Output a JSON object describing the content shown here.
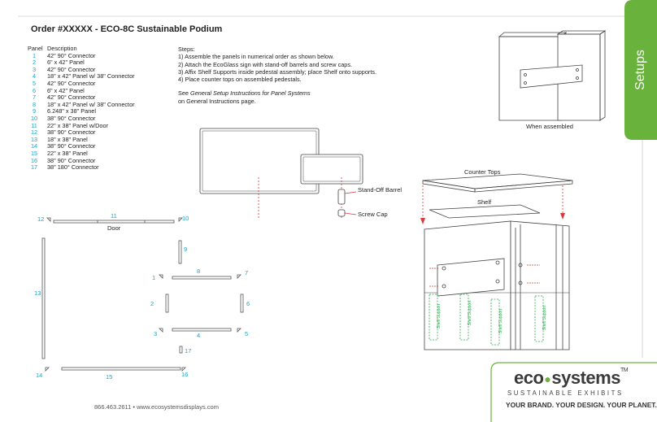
{
  "title": "Order #XXXXX - ECO-8C Sustainable Podium",
  "parts_header": {
    "panel": "Panel",
    "description": "Description"
  },
  "parts": [
    {
      "num": "1",
      "desc": "42\" 90° Connector"
    },
    {
      "num": "2",
      "desc": "6\" x 42\" Panel"
    },
    {
      "num": "3",
      "desc": "42\" 90° Connector"
    },
    {
      "num": "4",
      "desc": "18\" x 42\" Panel w/ 38\" Connector"
    },
    {
      "num": "5",
      "desc": "42\" 90° Connector"
    },
    {
      "num": "6",
      "desc": "6\" x 42\" Panel"
    },
    {
      "num": "7",
      "desc": "42\" 90° Connector"
    },
    {
      "num": "8",
      "desc": "18\" x 42\" Panel w/ 38\" Connector"
    },
    {
      "num": "9",
      "desc": "6.248\" x 38\" Panel"
    },
    {
      "num": "10",
      "desc": "38\" 90° Connector"
    },
    {
      "num": "11",
      "desc": "22\" x 38\" Panel w/Door"
    },
    {
      "num": "12",
      "desc": "38\" 90° Connector"
    },
    {
      "num": "13",
      "desc": "18\" x 38\" Panel"
    },
    {
      "num": "14",
      "desc": "38\" 90° Connector"
    },
    {
      "num": "15",
      "desc": "22\" x 38\" Panel"
    },
    {
      "num": "16",
      "desc": "38\" 90° Connector"
    },
    {
      "num": "17",
      "desc": "38\" 180° Connector"
    }
  ],
  "steps": {
    "header": "Steps:",
    "items": [
      "1) Assemble the panels in numerical order as shown below.",
      "2) Attach the EcoGlass sign with stand-off barrels and screw caps.",
      "3) Affix Shelf Supports inside pedestal assembly; place Shelf onto supports.",
      "4) Place counter tops on assembled pedestals."
    ],
    "see_prefix": "See ",
    "see_italic": "General Setup Instructions for Panel Systems",
    "see_line2": "on General Instructions page."
  },
  "labels": {
    "standoff": "Stand-Off Barrel",
    "screwcap": "Screw Cap",
    "when_assembled": "When assembled",
    "counter_tops": "Counter Tops",
    "shelf": "Shelf",
    "door": "Door",
    "shelf_support": "Shelf Support"
  },
  "plan_labels": {
    "n1": "1",
    "n2": "2",
    "n3": "3",
    "n4": "4",
    "n5": "5",
    "n6": "6",
    "n7": "7",
    "n8": "8",
    "n9": "9",
    "n10": "10",
    "n11": "11",
    "n12": "12",
    "n13": "13",
    "n14": "14",
    "n15": "15",
    "n16": "16",
    "n17": "17"
  },
  "tab_label": "Setups",
  "footer": "866.463.2611 • www.ecosystemsdisplays.com",
  "logo": {
    "eco": "eco",
    "systems": "systems",
    "tm": "TM",
    "sub": "SUSTAINABLE EXHIBITS",
    "tagline": "YOUR BRAND. YOUR DESIGN. YOUR PLANET."
  },
  "colors": {
    "accent_blue": "#1aa3c8",
    "brand_green": "#69b33c",
    "support_green": "#2fa84f",
    "arrow_red": "#d43b3b"
  }
}
